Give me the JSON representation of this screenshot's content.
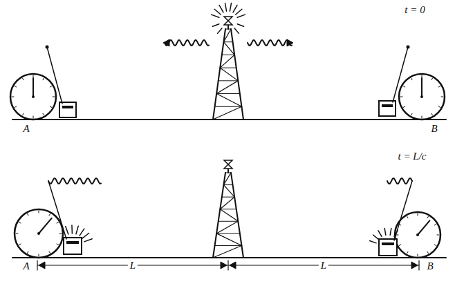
{
  "diagram": {
    "labels": [
      "t = 0",
      "A",
      "B",
      "t = L/c",
      "A",
      "B",
      "L",
      "L"
    ]
  }
}
